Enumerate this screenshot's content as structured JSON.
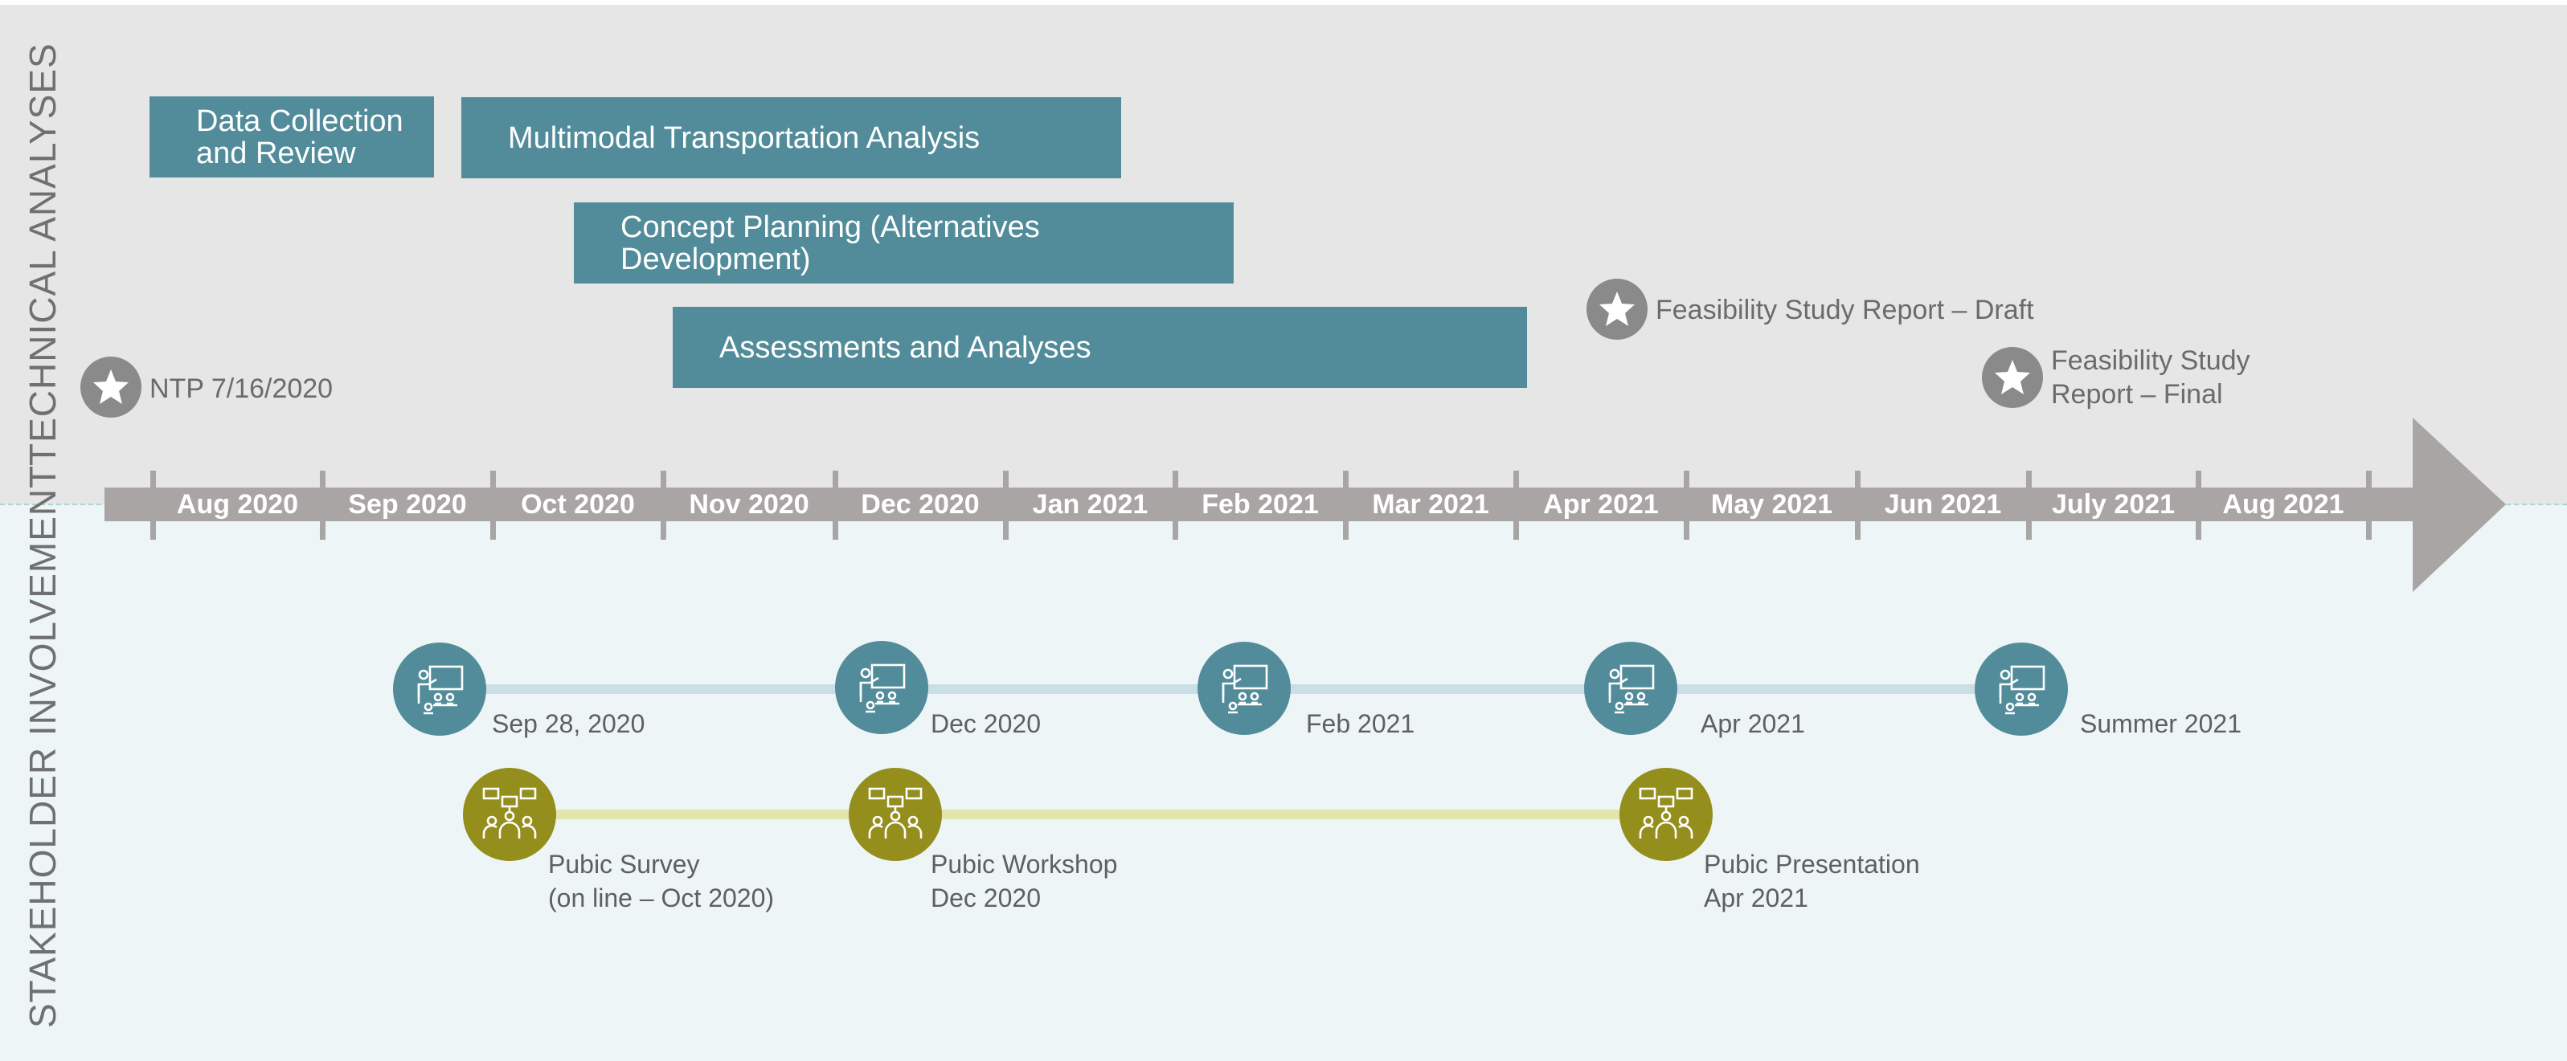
{
  "sections": {
    "technical": "TECHNICAL ANALYSES",
    "stakeholder": "STAKEHOLDER INVOLVEMENT"
  },
  "tasks": [
    {
      "label": "Data Collection\nand Review"
    },
    {
      "label": "Multimodal Transportation Analysis"
    },
    {
      "label": "Concept Planning (Alternatives Development)"
    },
    {
      "label": "Assessments and Analyses"
    }
  ],
  "milestones": [
    {
      "label": "NTP 7/16/2020",
      "icon": "star-icon"
    },
    {
      "label": "Feasibility Study Report – Draft",
      "icon": "star-icon"
    },
    {
      "label": "Feasibility Study\nReport – Final",
      "icon": "star-icon"
    }
  ],
  "months": [
    "Aug 2020",
    "Sep 2020",
    "Oct 2020",
    "Nov 2020",
    "Dec 2020",
    "Jan 2021",
    "Feb 2021",
    "Mar 2021",
    "Apr 2021",
    "May 2021",
    "Jun 2021",
    "July 2021",
    "Aug 2021"
  ],
  "meetings": [
    {
      "label": "Sep 28, 2020",
      "icon": "presentation-icon"
    },
    {
      "label": "Dec 2020",
      "icon": "presentation-icon"
    },
    {
      "label": "Feb 2021",
      "icon": "presentation-icon"
    },
    {
      "label": "Apr 2021",
      "icon": "presentation-icon"
    },
    {
      "label": "Summer 2021",
      "icon": "presentation-icon"
    }
  ],
  "public_events": [
    {
      "label": "Pubic Survey\n(on line – Oct 2020)",
      "icon": "group-discussion-icon"
    },
    {
      "label": "Pubic Workshop\nDec 2020",
      "icon": "group-discussion-icon"
    },
    {
      "label": "Pubic Presentation\nApr 2021",
      "icon": "group-discussion-icon"
    }
  ],
  "colors": {
    "task_bar": "#528c9a",
    "axis": "#aaa5a5",
    "star_circle": "#8a8a8a",
    "meeting_circle": "#528c9a",
    "meeting_track": "#c9dfe5",
    "public_circle": "#948e1c",
    "public_track": "#e3e6ab"
  }
}
